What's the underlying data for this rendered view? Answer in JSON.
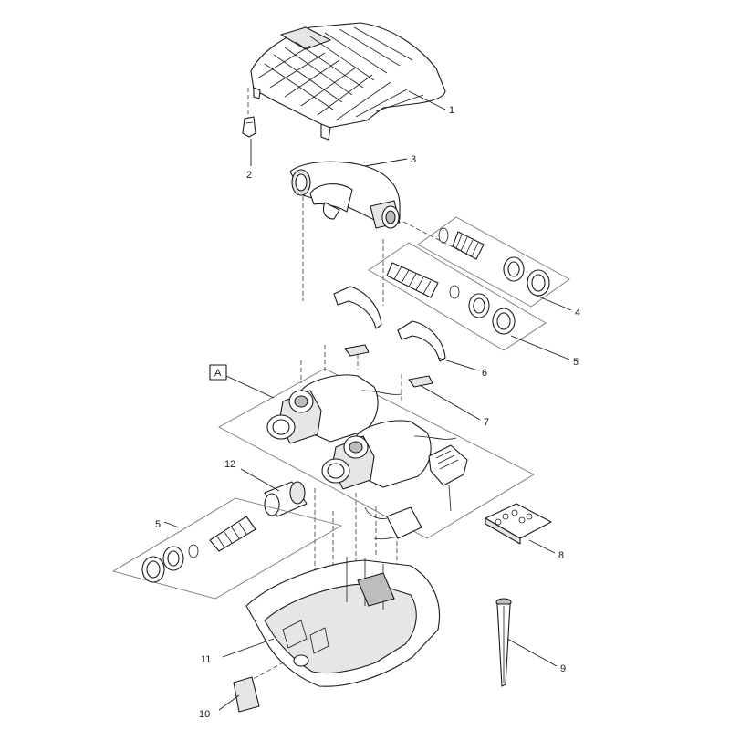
{
  "diagram": {
    "group_label": "A",
    "callouts": {
      "c1": "1",
      "c2": "2",
      "c3": "3",
      "c4": "4",
      "c5a": "5",
      "c5b": "5",
      "c6": "6",
      "c7": "7",
      "c8": "8",
      "c9": "9",
      "c10": "10",
      "c11": "11",
      "c12": "12"
    }
  }
}
